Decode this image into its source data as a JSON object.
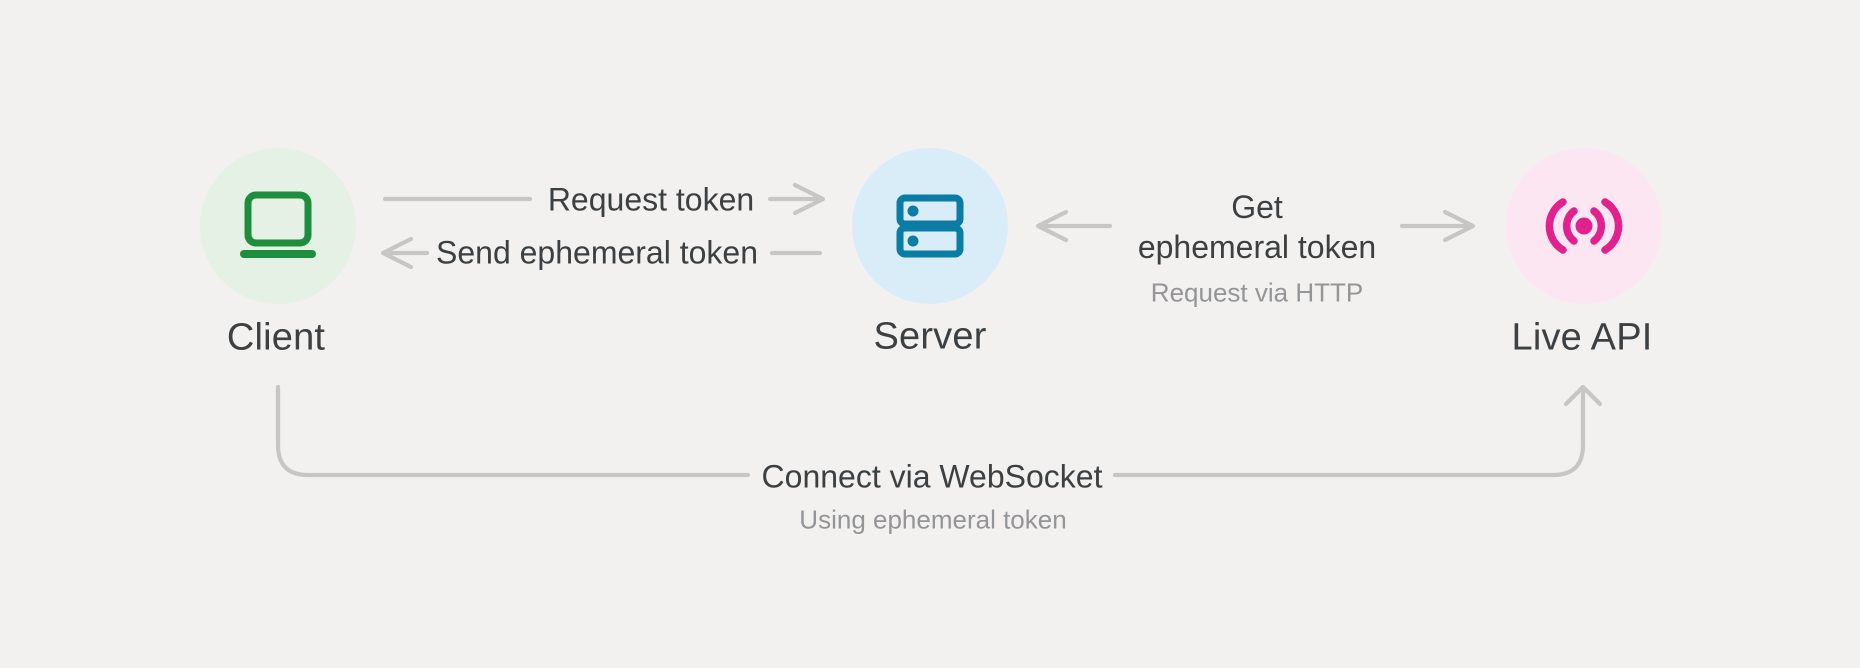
{
  "diagram": {
    "nodes": {
      "client": {
        "label": "Client",
        "icon": "laptop-icon"
      },
      "server": {
        "label": "Server",
        "icon": "server-icon"
      },
      "live_api": {
        "label": "Live API",
        "icon": "broadcast-icon"
      }
    },
    "edges": {
      "request_token": {
        "label": "Request token",
        "from": "client",
        "to": "server",
        "direction": "right"
      },
      "send_ephemeral_token": {
        "label": "Send ephemeral token",
        "from": "server",
        "to": "client",
        "direction": "left"
      },
      "get_ephemeral_token": {
        "label": "Get\nephemeral token",
        "sublabel": "Request via HTTP",
        "from": "server",
        "to": "live_api",
        "direction": "both"
      },
      "connect_websocket": {
        "label": "Connect via WebSocket",
        "sublabel": "Using ephemeral token",
        "from": "client",
        "to": "live_api",
        "direction": "up"
      }
    },
    "colors": {
      "background": "#f2f1ef",
      "connector": "#c7c6c3",
      "text_primary": "#3c4043",
      "text_secondary": "#949598",
      "client_icon": "#1e8e3e",
      "client_circle": "#e4f1e4",
      "server_icon": "#0b7ca3",
      "server_circle": "#d9edf9",
      "live_api_icon": "#e0218e",
      "live_api_circle": "#fce6f1"
    }
  }
}
